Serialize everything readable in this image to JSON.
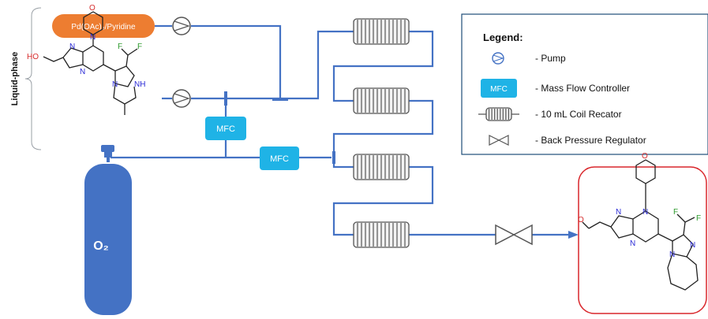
{
  "side_label": "Liberation Sans",
  "labels": {
    "side": "Liquid-phase",
    "reagent": "Pd(OAc)₂/Pyridine",
    "mfc1": "MFC",
    "mfc2": "MFC",
    "cylinder": "O₂"
  },
  "legend": {
    "title": "Legend:",
    "items": [
      {
        "icon": "pump-icon",
        "text": "- Pump",
        "badge": ""
      },
      {
        "icon": "mfc-icon",
        "text": "- Mass Flow Controller",
        "badge": "MFC"
      },
      {
        "icon": "coil-reactor-icon",
        "text": "- 10 mL Coil Recator",
        "badge": ""
      },
      {
        "icon": "back-pressure-regulator-icon",
        "text": "- Back Pressure Regulator",
        "badge": ""
      }
    ]
  },
  "atoms": {
    "n": "N",
    "o": "O",
    "f": "F",
    "ho": "HO",
    "nh": "NH"
  },
  "colors": {
    "flow_line": "#4472C4",
    "reagent_fill": "#ED7D31",
    "mfc_fill": "#1FB3E6",
    "cylinder_fill": "#4472C4",
    "product_border": "#D9262B"
  }
}
